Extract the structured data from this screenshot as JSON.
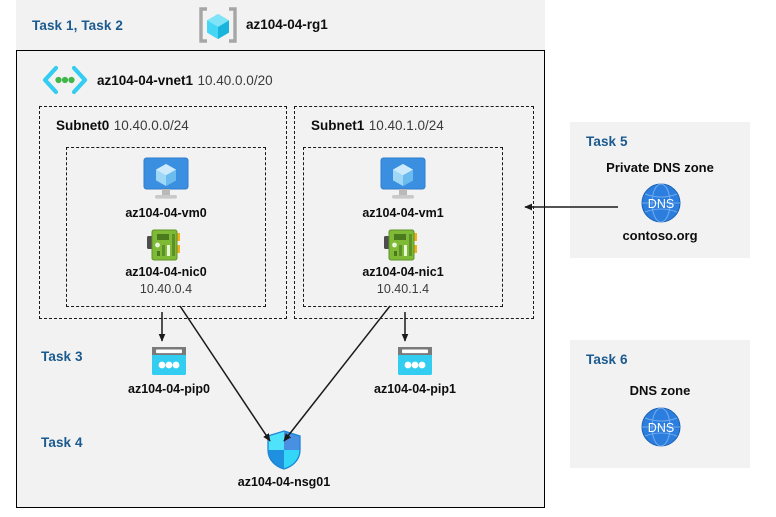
{
  "diagram": {
    "resource_group": {
      "task_label": "Task 1, Task 2",
      "icon": "resource-group-cube-icon",
      "name": "az104-04-rg1"
    },
    "vnet": {
      "icon": "virtual-network-icon",
      "name": "az104-04-vnet1",
      "address_space": "10.40.0.0/20"
    },
    "subnets": [
      {
        "name": "Subnet0",
        "cidr": "10.40.0.0/24",
        "vm": {
          "icon": "virtual-machine-icon",
          "name": "az104-04-vm0"
        },
        "nic": {
          "icon": "network-interface-icon",
          "name": "az104-04-nic0",
          "ip": "10.40.0.4"
        }
      },
      {
        "name": "Subnet1",
        "cidr": "10.40.1.0/24",
        "vm": {
          "icon": "virtual-machine-icon",
          "name": "az104-04-vm1"
        },
        "nic": {
          "icon": "network-interface-icon",
          "name": "az104-04-nic1",
          "ip": "10.40.1.4"
        }
      }
    ],
    "task3": {
      "task_label": "Task 3",
      "public_ips": [
        {
          "icon": "public-ip-address-icon",
          "name": "az104-04-pip0"
        },
        {
          "icon": "public-ip-address-icon",
          "name": "az104-04-pip1"
        }
      ]
    },
    "task4": {
      "task_label": "Task 4",
      "nsg": {
        "icon": "network-security-group-shield-icon",
        "name": "az104-04-nsg01"
      }
    },
    "task5": {
      "task_label": "Task 5",
      "title": "Private DNS zone",
      "icon": "dns-globe-icon",
      "icon_text": "DNS",
      "zone_name": "contoso.org"
    },
    "task6": {
      "task_label": "Task 6",
      "title": "DNS zone",
      "icon": "dns-globe-icon",
      "icon_text": "DNS"
    },
    "colors": {
      "panel_background": "#f2f2f2",
      "task_label": "#1b5a8e",
      "vm_monitor": "#3b8fe0",
      "nic_card": "#7fba36",
      "pip_card": "#32cdf0",
      "shield": "#2e9bf0",
      "dns_globe": "#2b7ede",
      "arrow": "#1a1a1a"
    }
  }
}
